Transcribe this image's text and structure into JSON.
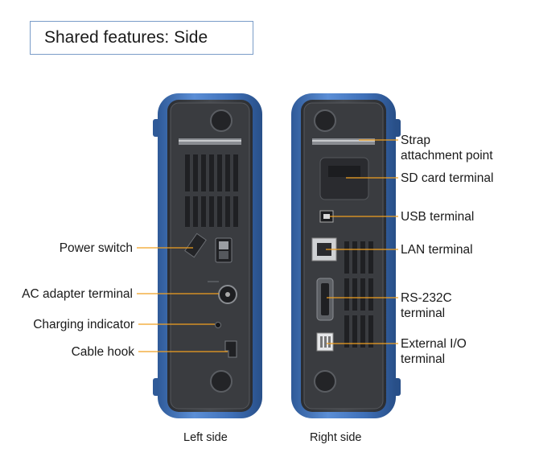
{
  "title": "Shared features: Side",
  "left_labels": {
    "power_switch": "Power switch",
    "ac_adapter": "AC adapter terminal",
    "charging": "Charging indicator",
    "cable_hook": "Cable hook"
  },
  "right_labels": {
    "strap_1": "Strap",
    "strap_2": "attachment point",
    "sd": "SD card terminal",
    "usb": "USB terminal",
    "lan": "LAN terminal",
    "rs_1": "RS-232C",
    "rs_2": "terminal",
    "ext_1": "External I/O",
    "ext_2": "terminal"
  },
  "captions": {
    "left": "Left side",
    "right": "Right side"
  },
  "colors": {
    "bumper": "#3f6fb4",
    "panel": "#3c3e42",
    "leader": "#f0a020",
    "title_border": "#7a9cc8"
  }
}
